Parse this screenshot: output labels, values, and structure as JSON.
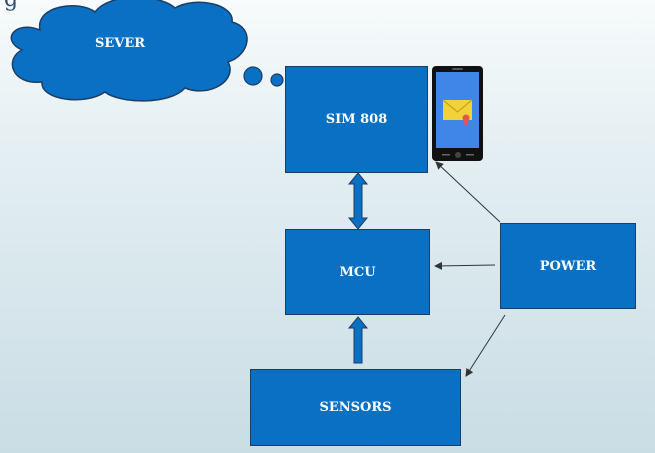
{
  "cloud": {
    "label": "SEVER"
  },
  "blocks": {
    "sim": "SIM 808",
    "mcu": "MCU",
    "power": "POWER",
    "sensors": "SENSORS"
  },
  "colors": {
    "block_fill": "#0a70c4",
    "block_border": "#1f3d63",
    "connector": "#333333"
  },
  "icons": {
    "phone": "smartphone-mail-icon"
  }
}
